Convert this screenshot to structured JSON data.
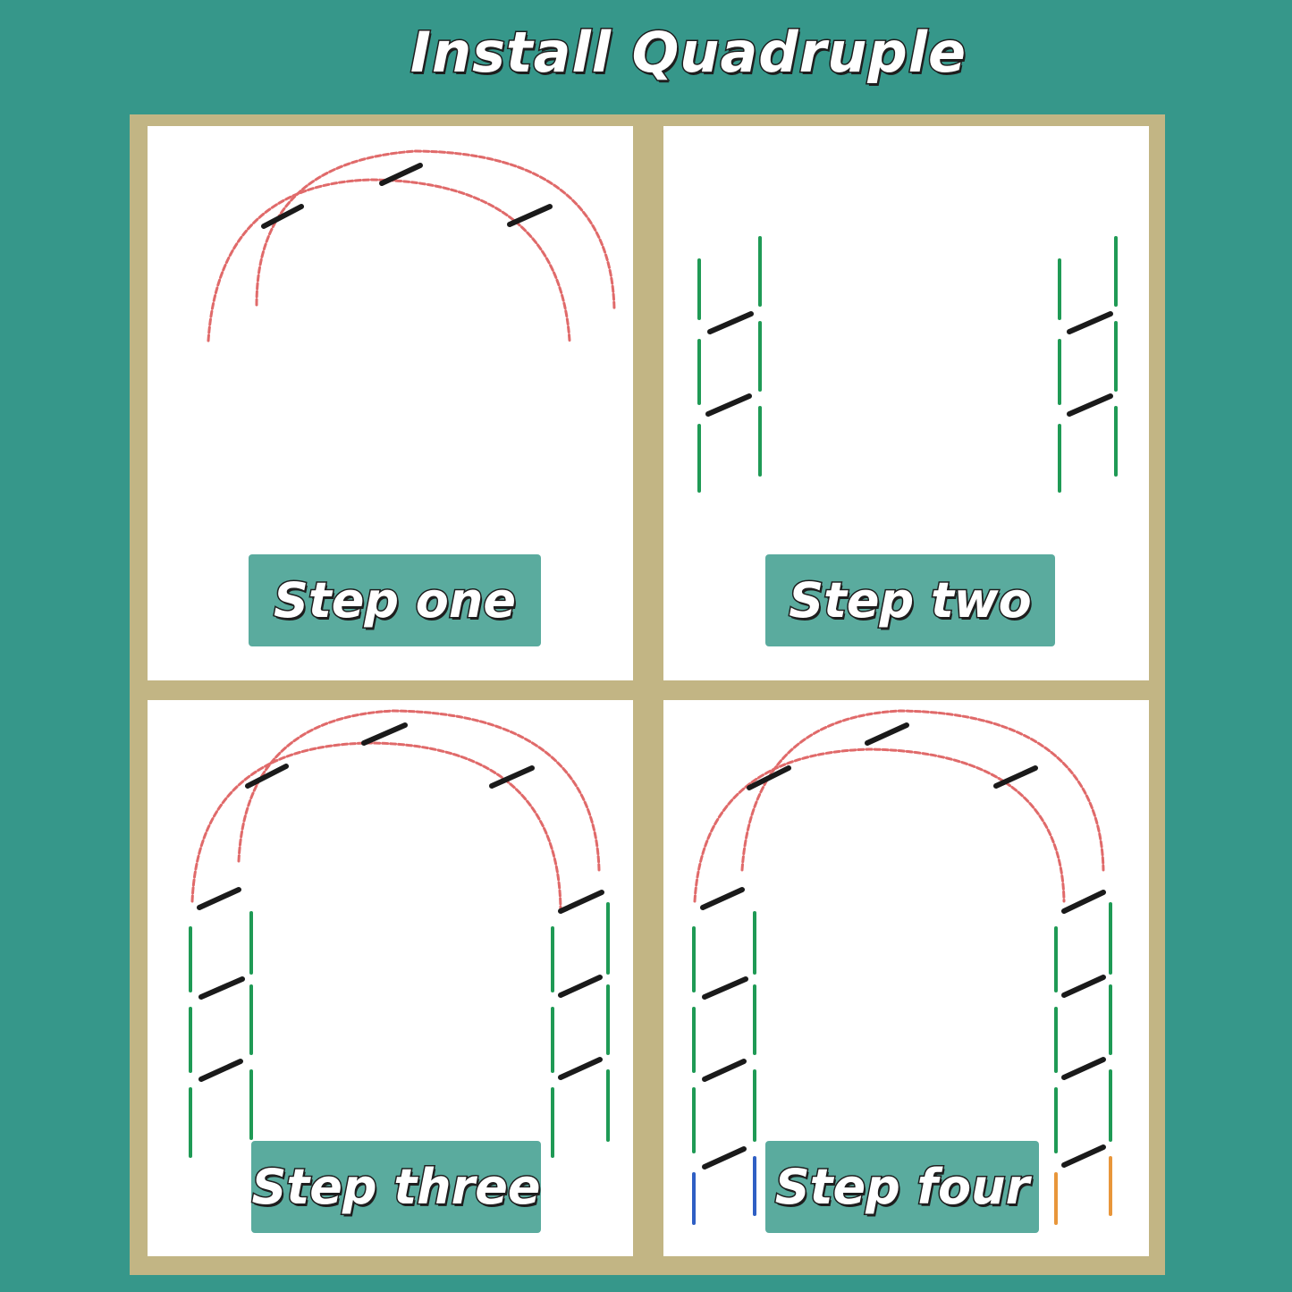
{
  "title": "Install Quadruple",
  "colors": {
    "background": "#36978a",
    "frame": "#c2b584",
    "label_bg": "#5aab9e",
    "arch_tube": "#e06a6a",
    "side_tube": "#1f9a55",
    "connector": "#1a1a1a",
    "left_foot": "#2f5fc4",
    "right_foot": "#e8963a"
  },
  "steps": [
    {
      "label": "Step one"
    },
    {
      "label": "Step two"
    },
    {
      "label": "Step three"
    },
    {
      "label": "Step four"
    }
  ]
}
